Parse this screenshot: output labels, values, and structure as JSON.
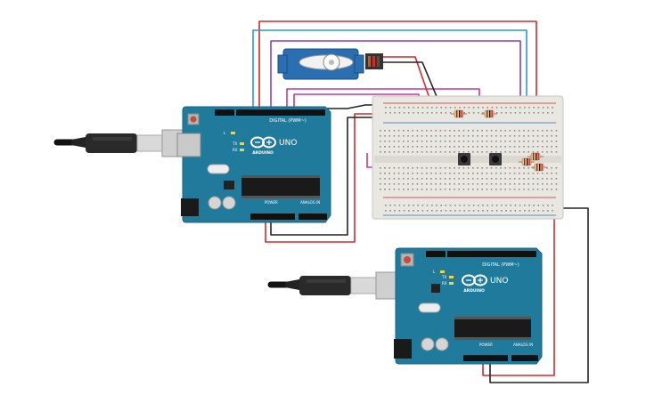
{
  "boards": [
    {
      "id": "uno-top",
      "digital_label": "DIGITAL (PWM~)",
      "brand": "ARDUINO",
      "model": "UNO",
      "power_label": "POWER",
      "analog_label": "ANALOG IN",
      "tx_label": "TX",
      "rx_label": "RX",
      "l_label": "L"
    },
    {
      "id": "uno-bottom",
      "digital_label": "DIGITAL (PWM~)",
      "brand": "ARDUINO",
      "model": "UNO",
      "power_label": "POWER",
      "analog_label": "ANALOG IN",
      "tx_label": "TX",
      "rx_label": "RX",
      "l_label": "L"
    }
  ],
  "colors": {
    "board_blue": "#1f7a9c",
    "board_dark": "#186582",
    "wire_red": "#d62828",
    "wire_blue": "#2b9ad6",
    "wire_purple": "#8a3fb0",
    "wire_black": "#222222",
    "wire_magenta": "#c0399b",
    "wire_green": "#3aa845",
    "servo_blue": "#2b6fb3",
    "breadboard": "#e9e7e2"
  },
  "components": [
    "servo",
    "breadboard",
    "pushbutton",
    "pushbutton",
    "resistor",
    "resistor",
    "resistor",
    "resistor",
    "resistor"
  ]
}
